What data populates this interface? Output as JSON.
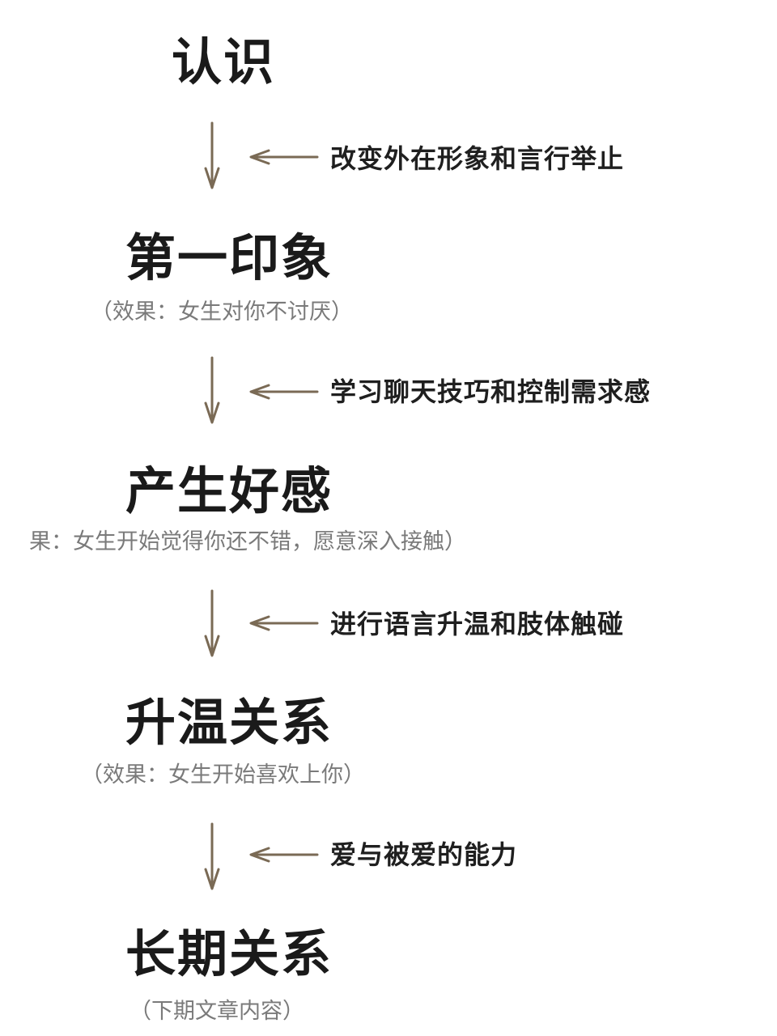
{
  "colors": {
    "arrow": "#7a6a55",
    "stage_text": "#1a1a1a",
    "effect_text": "#7a7a7a"
  },
  "stages": [
    {
      "title": "认识",
      "effect": ""
    },
    {
      "title": "第一印象",
      "effect": "（效果：女生对你不讨厌）"
    },
    {
      "title": "产生好感",
      "effect": "果：女生开始觉得你还不错，愿意深入接触）"
    },
    {
      "title": "升温关系",
      "effect": "（效果：女生开始喜欢上你）"
    },
    {
      "title": "长期关系",
      "effect": "（下期文章内容）"
    }
  ],
  "transitions": [
    {
      "label": "改变外在形象和言行举止"
    },
    {
      "label": "学习聊天技巧和控制需求感"
    },
    {
      "label": "进行语言升温和肢体触碰"
    },
    {
      "label": "爱与被爱的能力"
    }
  ]
}
